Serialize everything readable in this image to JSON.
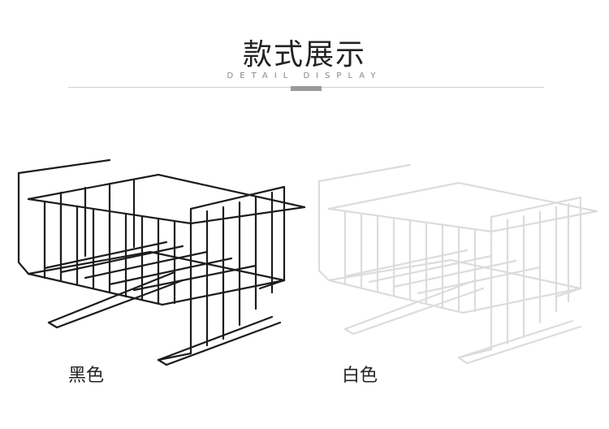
{
  "header": {
    "title": "款式展示",
    "subtitle": "DETAIL DISPLAY"
  },
  "products": [
    {
      "label": "黑色",
      "color": "#1c1c1c"
    },
    {
      "label": "白色",
      "color": "#ffffff"
    }
  ]
}
